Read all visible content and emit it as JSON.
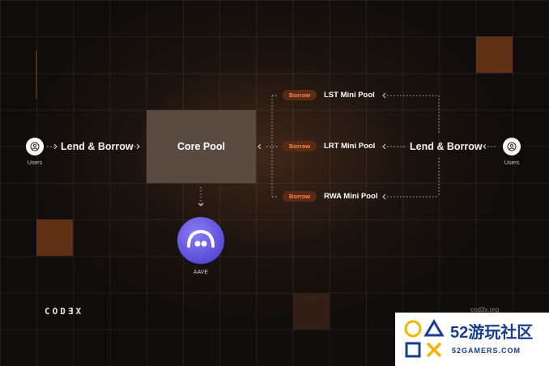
{
  "users_left": "Users",
  "users_right": "Users",
  "lend_borrow_left": "Lend & Borrow",
  "lend_borrow_right": "Lend & Borrow",
  "core_pool": "Core Pool",
  "aave": "AAVE",
  "mini_pools": [
    {
      "badge": "Borrow",
      "name": "LST Mini Pool"
    },
    {
      "badge": "Borrow",
      "name": "LRT Mini Pool"
    },
    {
      "badge": "Borrow",
      "name": "RWA Mini Pool"
    }
  ],
  "brand_logo": "CODƎX",
  "brand_site": "cod3x.org",
  "watermark": {
    "title": "52游玩社区",
    "sub": "52GAMERS.COM"
  },
  "colors": {
    "accent": "#f08a4b",
    "pill_bg": "#5a2a15",
    "aave": "#6b5de6",
    "tile": "#7a3c1a"
  },
  "icons": [
    "user-icon",
    "aave-ghost-icon"
  ]
}
